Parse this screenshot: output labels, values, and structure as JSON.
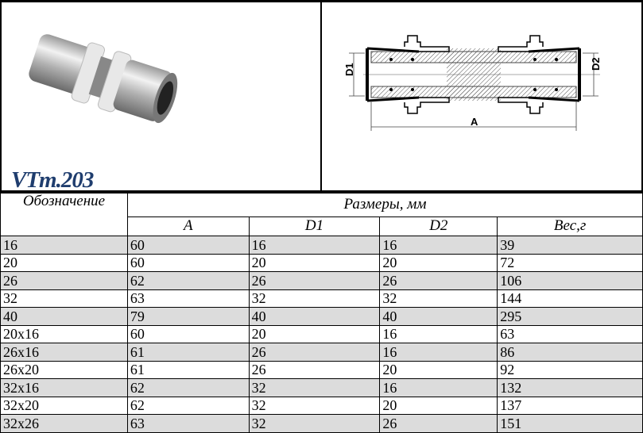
{
  "product_code": "VTm.203",
  "drawing_labels": {
    "d1": "D1",
    "d2": "D2",
    "a": "A"
  },
  "table": {
    "header_designation": "Обозначение",
    "header_dimensions": "Размеры, мм",
    "columns": [
      "A",
      "D1",
      "D2",
      "Вес,г"
    ],
    "rows": [
      [
        "16",
        "60",
        "16",
        "16",
        "39"
      ],
      [
        "20",
        "60",
        "20",
        "20",
        "72"
      ],
      [
        "26",
        "62",
        "26",
        "26",
        "106"
      ],
      [
        "32",
        "63",
        "32",
        "32",
        "144"
      ],
      [
        "40",
        "79",
        "40",
        "40",
        "295"
      ],
      [
        "20x16",
        "60",
        "20",
        "16",
        "63"
      ],
      [
        "26x16",
        "61",
        "26",
        "16",
        "86"
      ],
      [
        "26x20",
        "61",
        "26",
        "20",
        "92"
      ],
      [
        "32x16",
        "62",
        "32",
        "16",
        "132"
      ],
      [
        "32x20",
        "62",
        "32",
        "20",
        "137"
      ],
      [
        "32x26",
        "63",
        "32",
        "26",
        "151"
      ]
    ]
  }
}
